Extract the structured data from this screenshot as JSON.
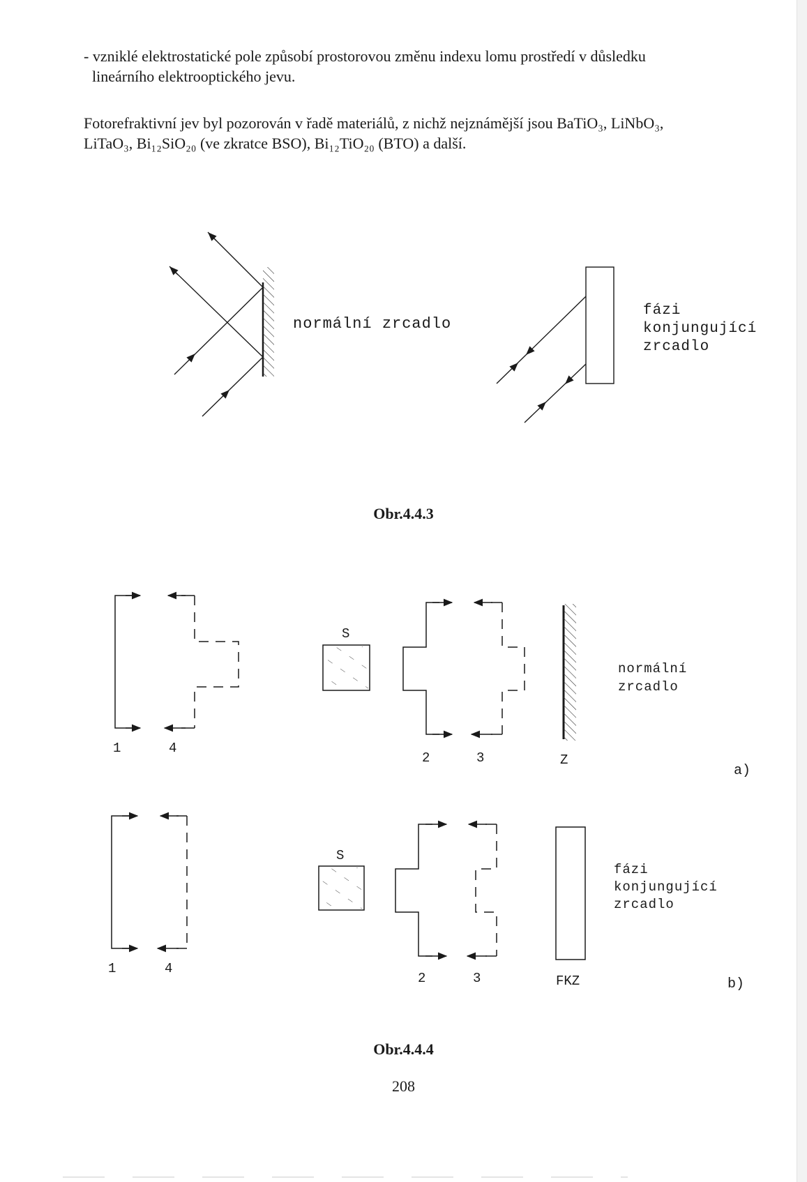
{
  "text": {
    "bullet_line1": "- vzniklé elektrostatické pole způsobí prostorovou změnu indexu lomu prostředí v důsledku",
    "bullet_line2": "lineárního elektrooptického jevu.",
    "para_line1": "Fotorefraktivní jev byl pozorován v řadě materiálů, z nichž nejznámější jsou BaTiO₃, LiNbO₃,",
    "para_line2": "LiTaO₃, Bi₁₂SiO₂₀ (ve zkratce BSO), Bi₁₂TiO₂₀ (BTO) a další."
  },
  "figure_443": {
    "label_normal": "normální zrcadlo",
    "label_pc_line1": "fázi",
    "label_pc_line2": "konjungující",
    "label_pc_line3": "zrcadlo",
    "caption": "Obr.4.4.3"
  },
  "figure_444": {
    "a": {
      "label_1": "1",
      "label_4": "4",
      "label_S": "S",
      "label_2": "2",
      "label_3": "3",
      "label_Z": "Z",
      "mirror_line1": "normální",
      "mirror_line2": "zrcadlo",
      "panel": "a)"
    },
    "b": {
      "label_1": "1",
      "label_4": "4",
      "label_S": "S",
      "label_2": "2",
      "label_3": "3",
      "label_FKZ": "FKZ",
      "mirror_line1": "fázi",
      "mirror_line2": "konjungující",
      "mirror_line3": "zrcadlo",
      "panel": "b)"
    },
    "caption": "Obr.4.4.4"
  },
  "page_number": "208"
}
